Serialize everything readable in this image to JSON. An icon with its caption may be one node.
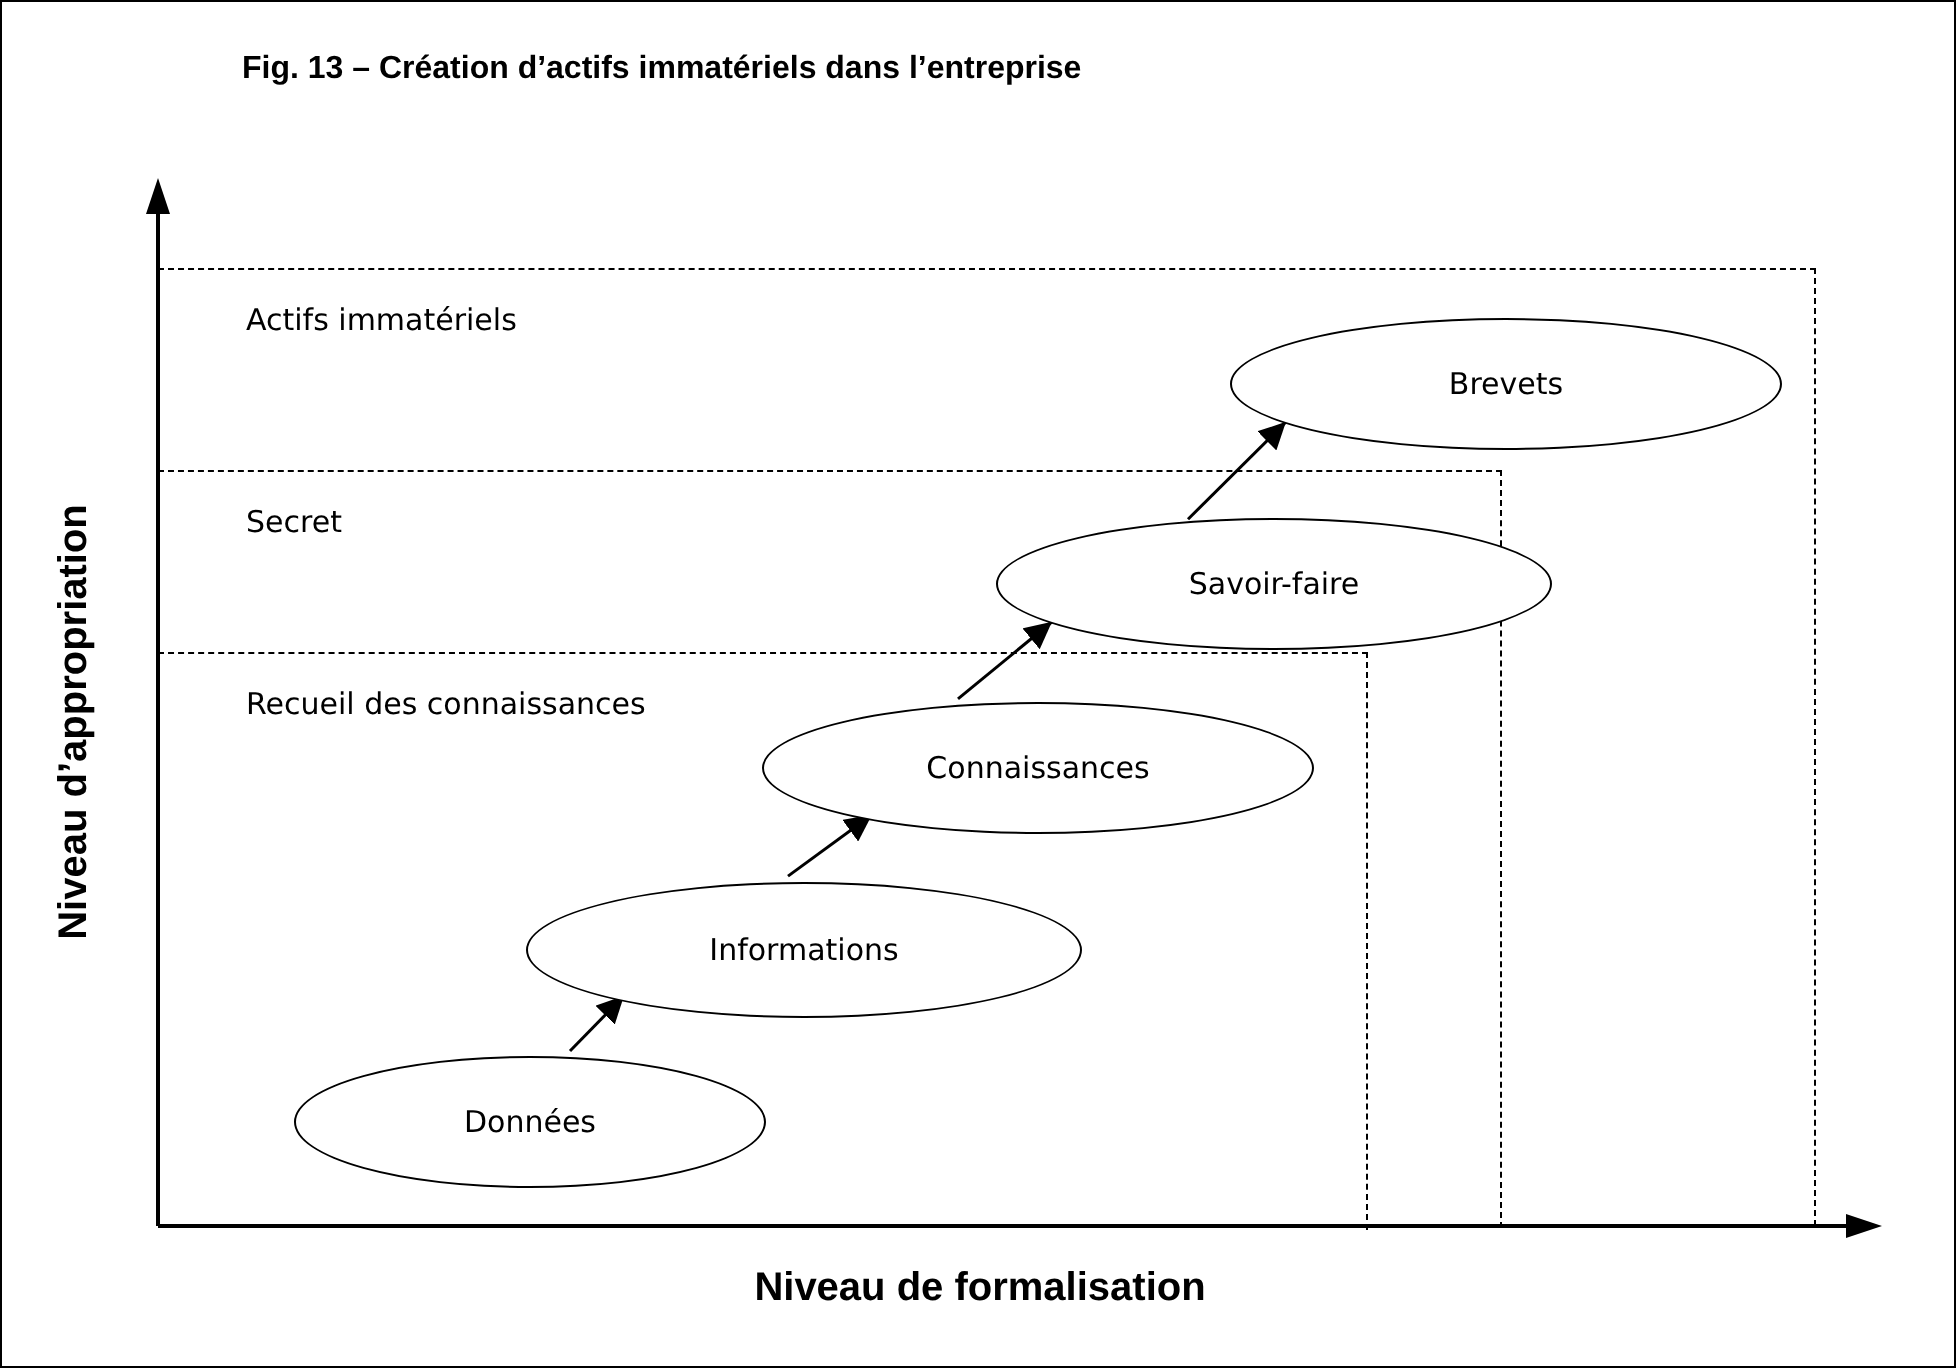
{
  "diagram": {
    "title": "Fig. 13 – Création d’actifs immatériels dans l’entreprise",
    "nodes": [
      {
        "text": [
          "Actifs immatériels"
        ]
      },
      {
        "text": [
          "Secret"
        ],
        "in": 0
      },
      {
        "text": [
          "Recueil des connaissances"
        ],
        "in": 1
      },
      {
        "text": [
          "Données"
        ],
        "in": 2
      },
      {
        "text": [
          "Informations"
        ],
        "in": 2
      },
      {
        "text": [
          "Connaissances"
        ],
        "in": 2
      },
      {
        "text": [
          "Savoir-faire"
        ],
        "in": 0
      },
      {
        "text": [
          "Brevets"
        ],
        "in": 0
      }
    ],
    "edges": [
      {
        "from": 3,
        "to": 4,
        "arrow": "to"
      },
      {
        "from": 4,
        "to": 5,
        "arrow": "to"
      },
      {
        "from": 5,
        "to": 6,
        "arrow": "to"
      },
      {
        "from": 6,
        "to": 7,
        "arrow": "to"
      }
    ],
    "labels": [
      "Niveau d’appropriation",
      "Niveau de formalisation"
    ]
  }
}
